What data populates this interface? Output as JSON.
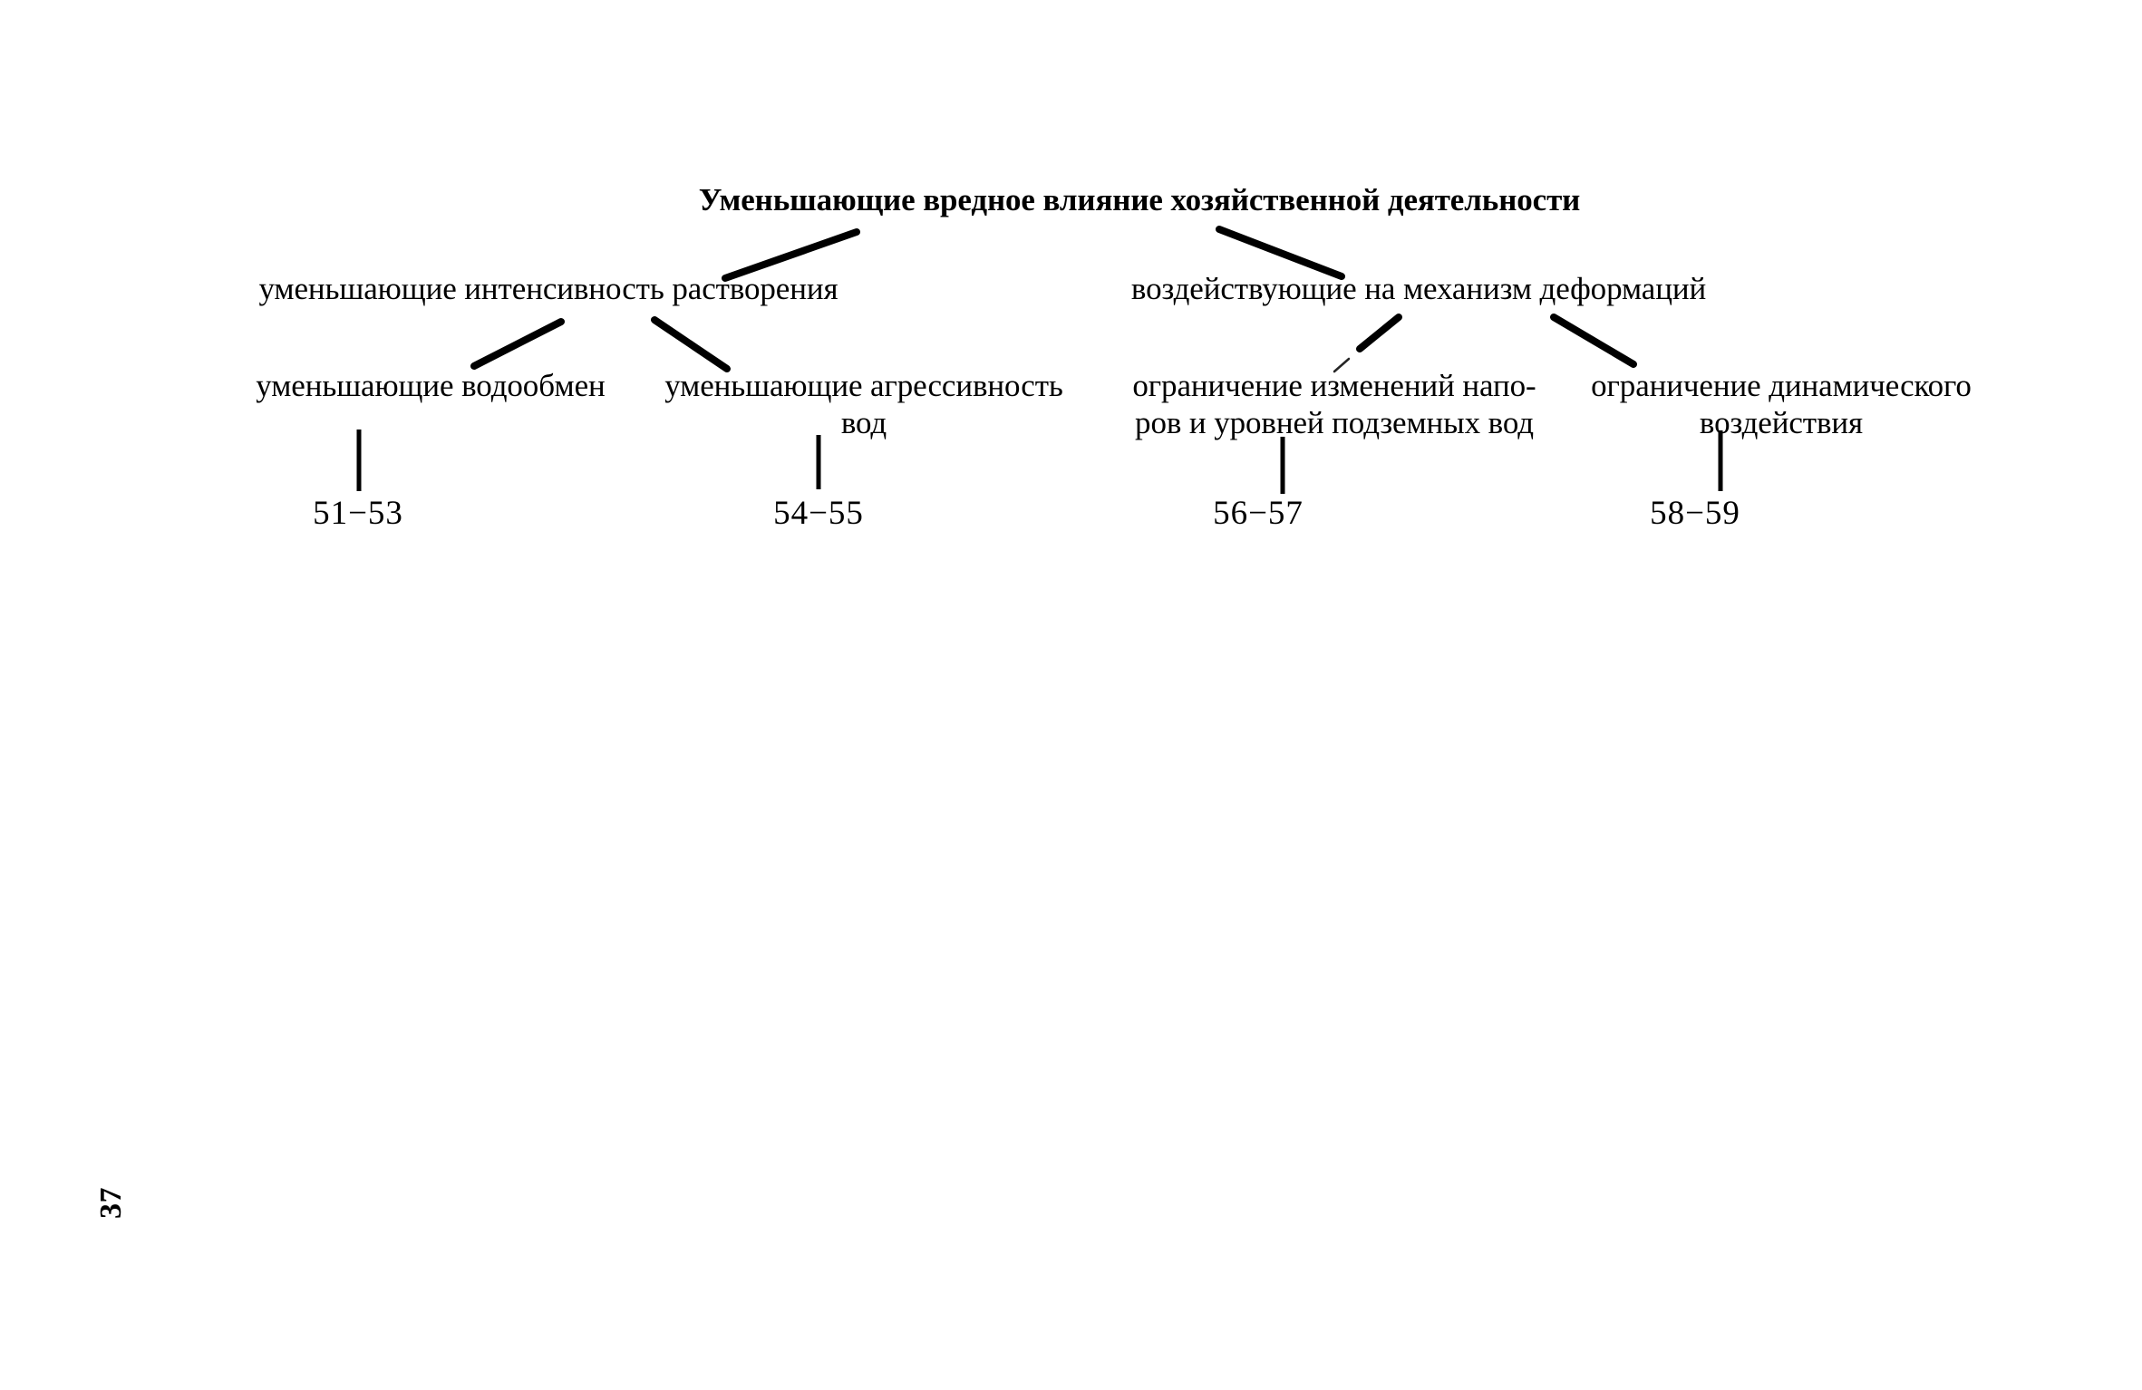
{
  "page": {
    "page_number": "37",
    "background_color": "#ffffff",
    "ink_color": "#000000"
  },
  "diagram": {
    "type": "hierarchy-tree",
    "levels": 3,
    "root": {
      "id": "root",
      "label": "Уменьшающие вредное влияние хозяйственной деятельности",
      "bold": true
    },
    "level2": [
      {
        "id": "dissolution",
        "label": "уменьшающие интенсивность растворения"
      },
      {
        "id": "deformation",
        "label": "воздействующие на механизм деформаций"
      }
    ],
    "level3": [
      {
        "id": "water-exchange",
        "label": "уменьшающие водообмен",
        "ref": "51−53",
        "parent": "dissolution"
      },
      {
        "id": "aggressiveness",
        "label": "уменьшающие агрессивность вод",
        "ref": "54−55",
        "parent": "dissolution"
      },
      {
        "id": "heads-levels",
        "label": "ограничение изменений напо- ров и уровней подземных вод",
        "line1": "ограничение изменений напо-",
        "line2": "ров и уровней подземных вод",
        "ref": "56−57",
        "parent": "deformation"
      },
      {
        "id": "dynamic",
        "label": "ограничение динамического воздействия",
        "ref": "58−59",
        "parent": "deformation"
      }
    ]
  }
}
